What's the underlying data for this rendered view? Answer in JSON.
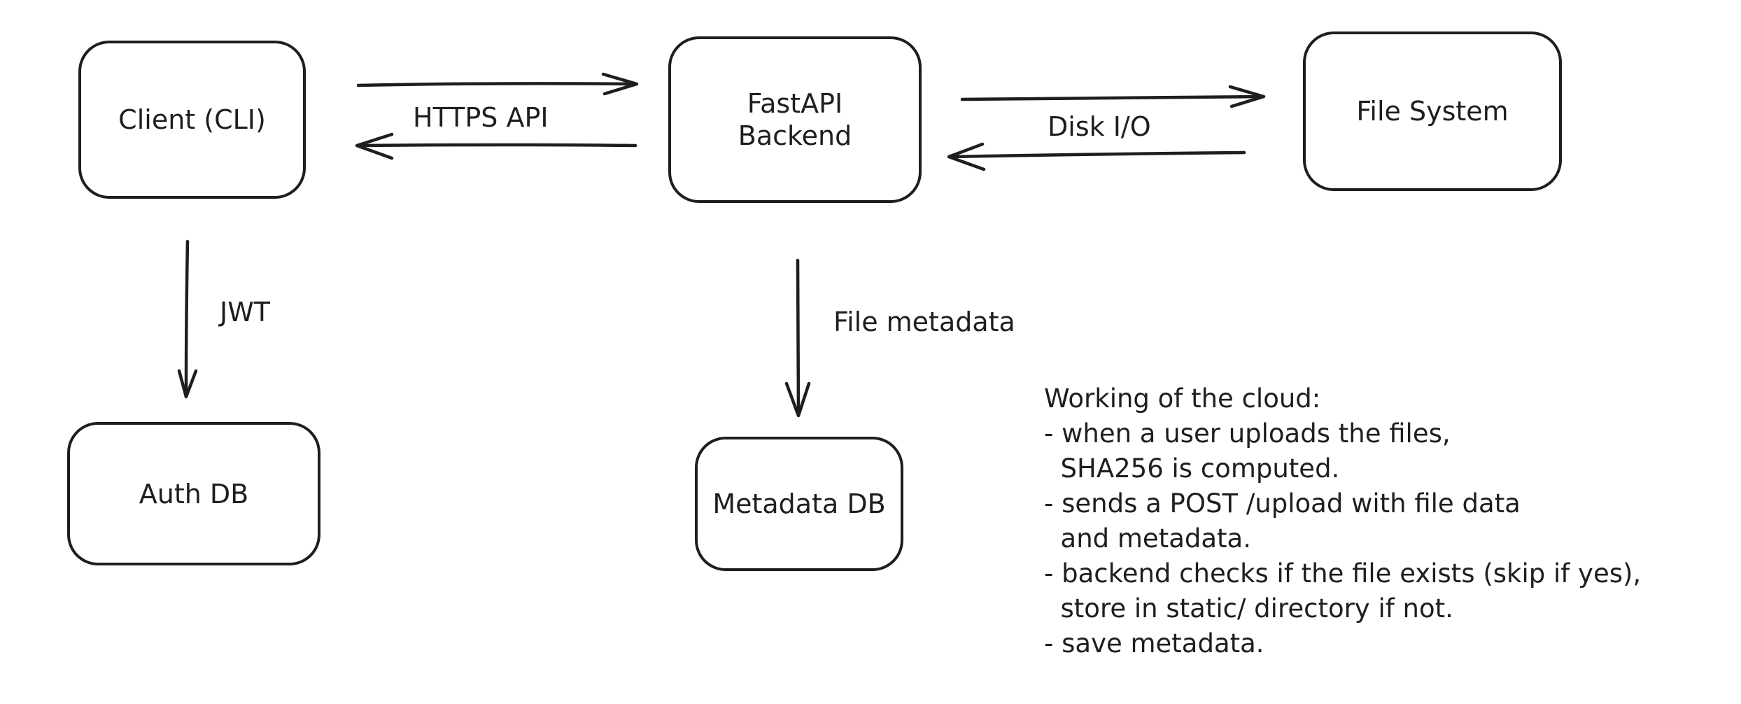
{
  "diagram": {
    "nodes": {
      "client": "Client (CLI)",
      "backend": "FastAPI\nBackend",
      "filesystem": "File System",
      "authdb": "Auth DB",
      "metadatadb": "Metadata DB"
    },
    "edges": {
      "client_backend": "HTTPS API",
      "backend_filesystem": "Disk I/O",
      "client_authdb": "JWT",
      "backend_metadatadb": "File metadata"
    },
    "notes": {
      "lines": [
        "Working of the cloud:",
        "- when a user uploads the files,",
        "  SHA256 is computed.",
        "- sends a POST /upload with file data",
        "  and metadata.",
        "- backend checks if the file exists (skip if yes),",
        "  store in static/ directory if not.",
        "- save metadata."
      ]
    }
  }
}
